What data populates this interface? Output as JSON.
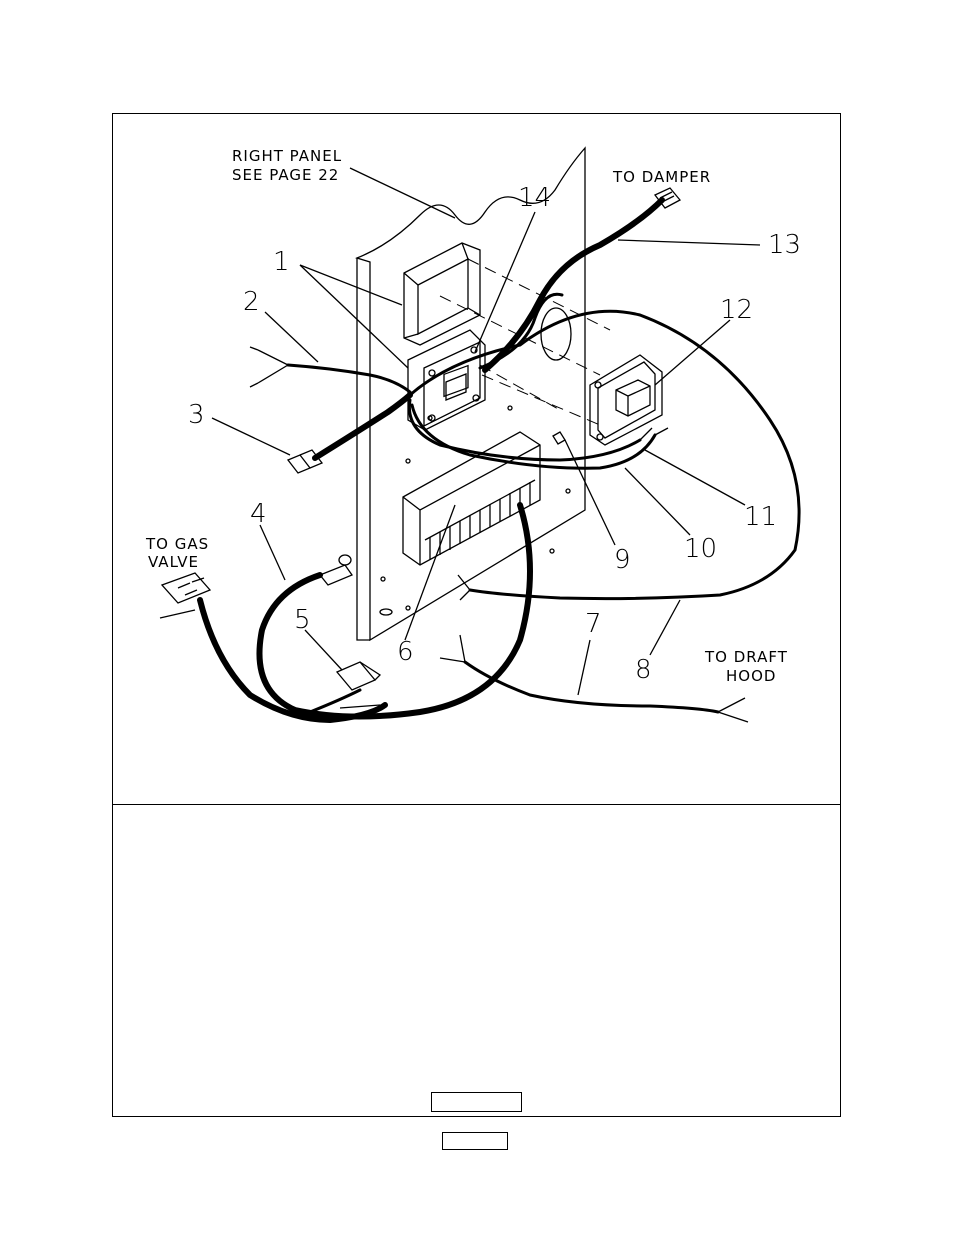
{
  "labels": {
    "right_panel_1": "RIGHT PANEL",
    "right_panel_2": "SEE PAGE 22",
    "to_damper": "TO DAMPER",
    "to_gas_valve_1": "TO GAS",
    "to_gas_valve_2": "VALVE",
    "to_draft_hood_1": "TO DRAFT",
    "to_draft_hood_2": "HOOD"
  },
  "callouts": [
    "1",
    "2",
    "3",
    "4",
    "5",
    "6",
    "7",
    "8",
    "9",
    "10",
    "11",
    "12",
    "13",
    "14"
  ]
}
